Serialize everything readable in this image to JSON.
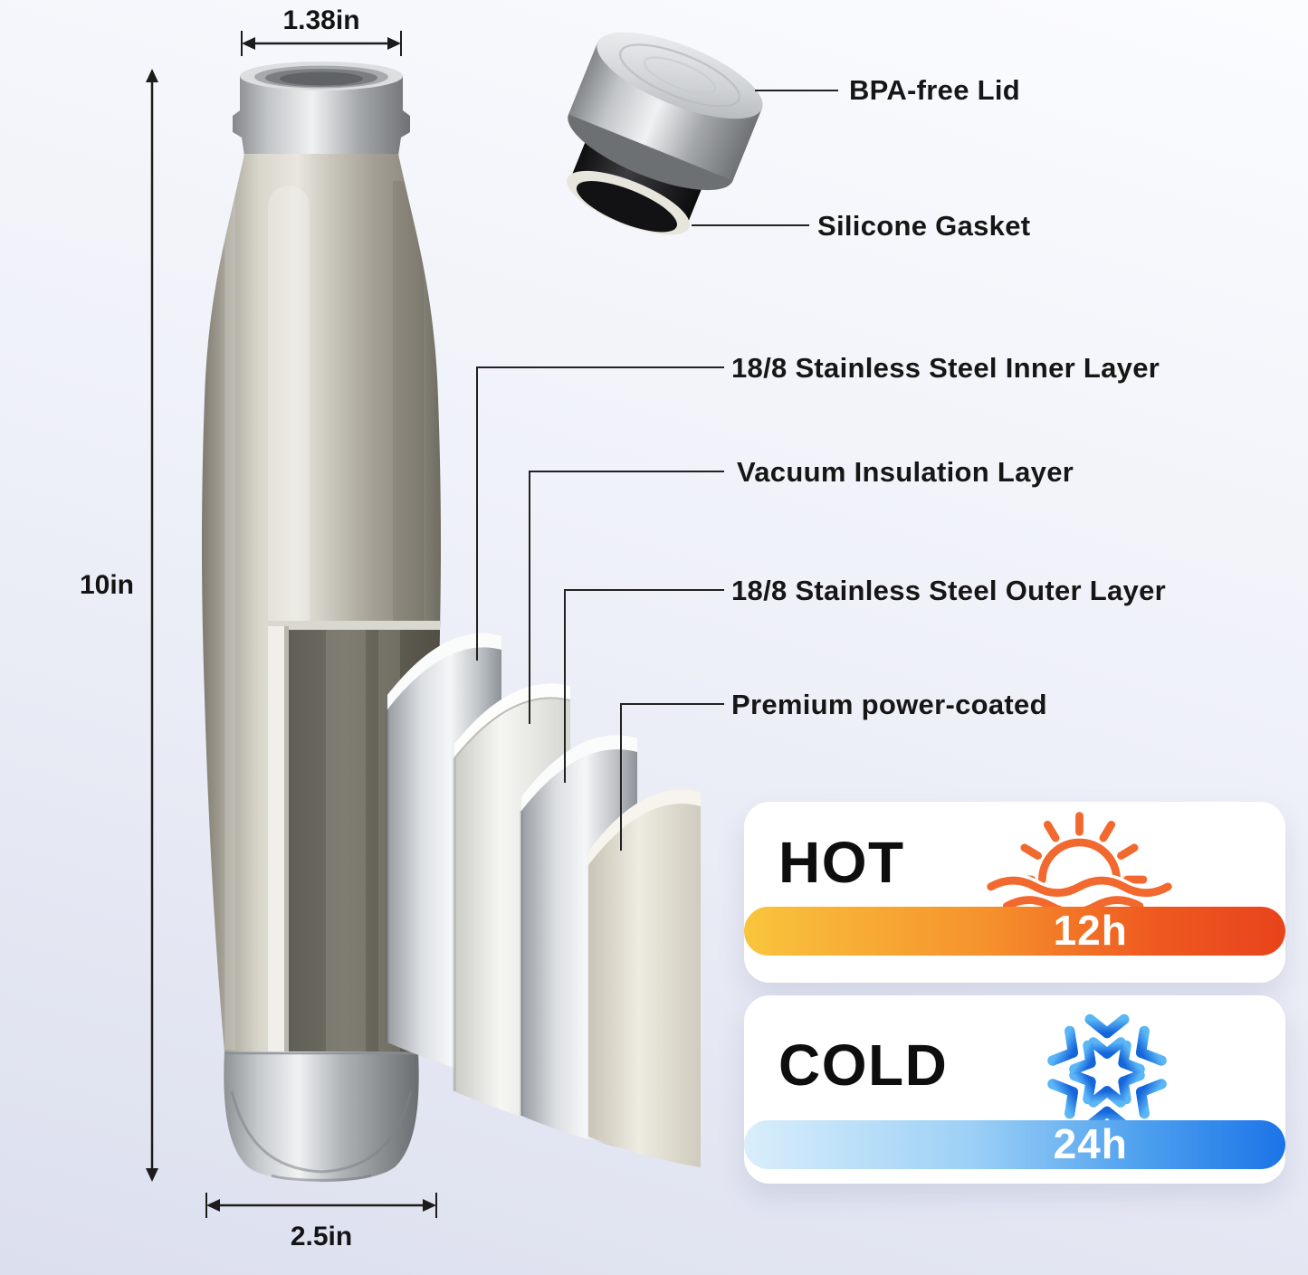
{
  "dimensions": {
    "mouth_width": "1.38in",
    "bottle_height": "10in",
    "base_width": "2.5in"
  },
  "lid": {
    "lid_label": "BPA-free Lid",
    "gasket_label": "Silicone Gasket"
  },
  "layers": [
    {
      "label": "18/8 Stainless Steel Inner Layer"
    },
    {
      "label": "Vacuum Insulation Layer"
    },
    {
      "label": "18/8 Stainless Steel Outer Layer"
    },
    {
      "label": "Premium power-coated"
    }
  ],
  "retention": {
    "hot": {
      "label": "HOT",
      "duration": "12h"
    },
    "cold": {
      "label": "COLD",
      "duration": "24h"
    }
  },
  "icons": {
    "hot": "sun-over-water-icon",
    "cold": "snowflake-icon"
  },
  "colors": {
    "hot_bar_start": "#F9C53D",
    "hot_bar_end": "#E8431C",
    "cold_bar_start": "#D9EEFB",
    "cold_bar_end": "#1B74E8",
    "sun_orange": "#F2692F",
    "snow_blue": "#2F8FE6",
    "text": "#161616",
    "card_background": "#FFFFFF"
  }
}
